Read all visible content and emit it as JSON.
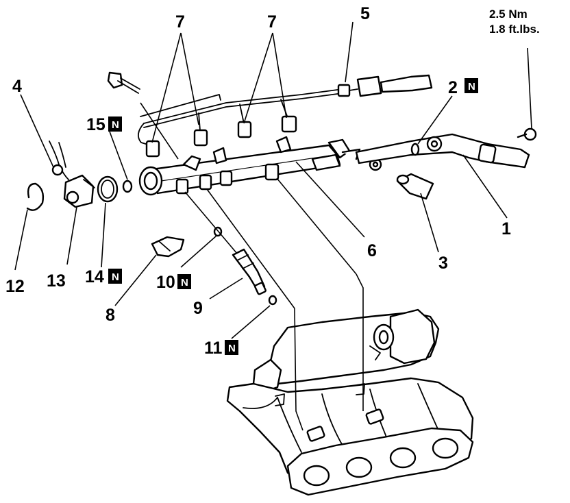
{
  "torque_spec": {
    "line1": "2.5 Nm",
    "line2": "1.8 ft.lbs."
  },
  "badge_letter": "N",
  "callouts": [
    {
      "id": "c1",
      "text": "1",
      "badge": false
    },
    {
      "id": "c2",
      "text": "2",
      "badge": true
    },
    {
      "id": "c3",
      "text": "3",
      "badge": false
    },
    {
      "id": "c4",
      "text": "4",
      "badge": false
    },
    {
      "id": "c5",
      "text": "5",
      "badge": false
    },
    {
      "id": "c6",
      "text": "6",
      "badge": false
    },
    {
      "id": "c7a",
      "text": "7",
      "badge": false
    },
    {
      "id": "c7b",
      "text": "7",
      "badge": false
    },
    {
      "id": "c8",
      "text": "8",
      "badge": false
    },
    {
      "id": "c9",
      "text": "9",
      "badge": false
    },
    {
      "id": "c10",
      "text": "10",
      "badge": true
    },
    {
      "id": "c11",
      "text": "11",
      "badge": true
    },
    {
      "id": "c12",
      "text": "12",
      "badge": false
    },
    {
      "id": "c13",
      "text": "13",
      "badge": false
    },
    {
      "id": "c14",
      "text": "14",
      "badge": true
    },
    {
      "id": "c15",
      "text": "15",
      "badge": true
    }
  ]
}
